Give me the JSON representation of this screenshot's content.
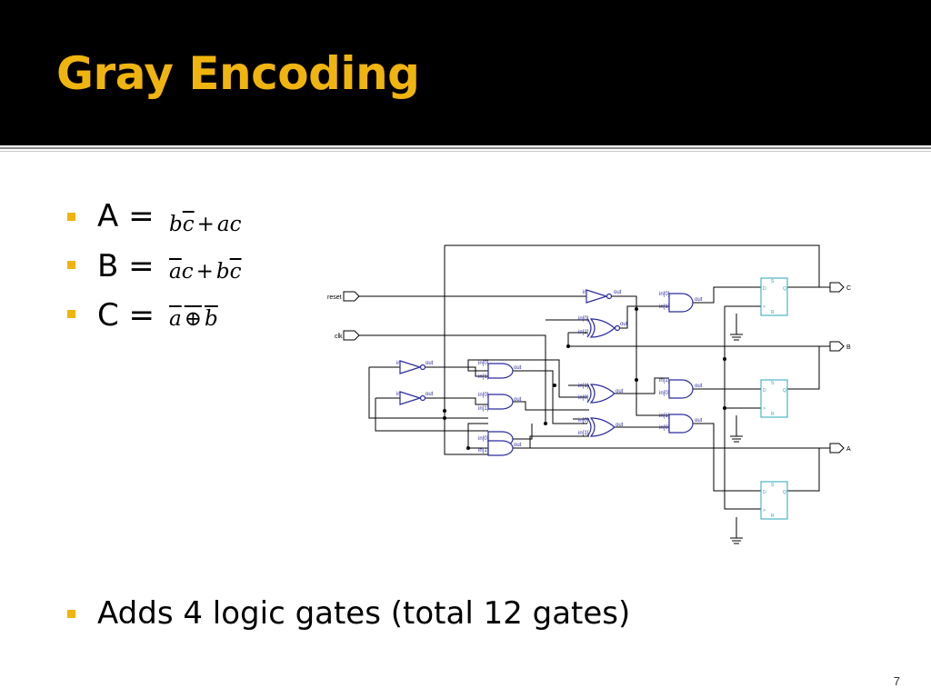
{
  "slide": {
    "title": "Gray Encoding",
    "page_number": "7"
  },
  "bullets": [
    {
      "label": "A =",
      "formula_parts": [
        "b",
        "c",
        "+",
        "ac"
      ]
    },
    {
      "label": "B =",
      "formula_parts": [
        "a",
        "c",
        "+",
        "b",
        "c"
      ]
    },
    {
      "label": "C =",
      "formula_parts": [
        "a",
        "⊕",
        "b"
      ]
    },
    {
      "label": "Adds 4 logic gates (total 12 gates)"
    }
  ],
  "schematic": {
    "inputs": [
      "reset",
      "clk"
    ],
    "outputs": [
      "C",
      "B",
      "A"
    ],
    "pin_in": "in",
    "pin_out": "out",
    "pin_in0": "in[0]",
    "pin_in1": "in[1]",
    "ff_d": "D",
    "ff_q": "Q",
    "ff_s": "S",
    "ff_r": "R",
    "ff_clk": ">"
  },
  "colors": {
    "title": "#f0b40f",
    "bullet": "#f0b40f",
    "gate": "#2a2aa0",
    "flipflop": "#2aa6b8",
    "wire": "#000000"
  }
}
